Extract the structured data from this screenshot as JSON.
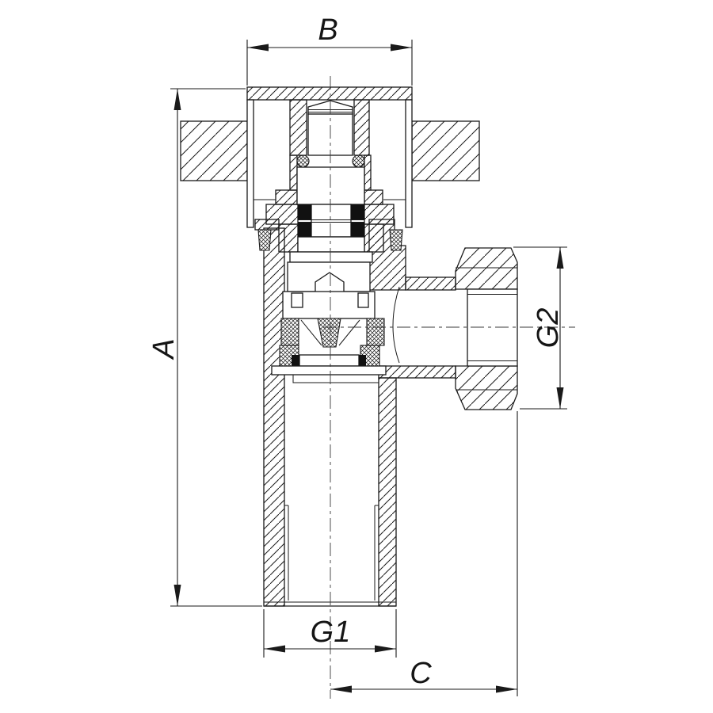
{
  "drawing": {
    "kind": "valve-cross-section-technical-drawing",
    "dimension_labels": {
      "a": "A",
      "b": "B",
      "c": "C",
      "g1": "G1",
      "g2": "G2"
    },
    "colors": {
      "line": "#1a1a1a",
      "background": "#ffffff",
      "seal_fill": "#111111"
    }
  }
}
